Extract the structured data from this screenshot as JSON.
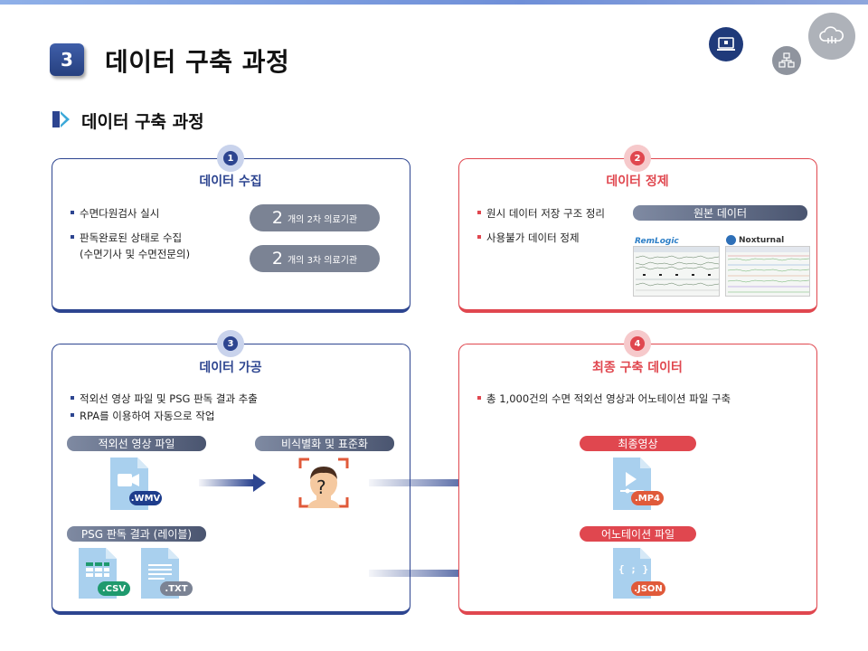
{
  "header": {
    "number": "3",
    "title": "데이터 구축 과정"
  },
  "section": {
    "title": "데이터 구축 과정"
  },
  "steps": {
    "s1": {
      "num": "1",
      "title": "데이터 수집",
      "bullets": [
        "수면다원검사 실시",
        "판독완료된 상태로 수집"
      ],
      "sub": "(수면기사 및 수면전문의)",
      "pills": [
        {
          "big": "2",
          "small": "개의 2차 의료기관"
        },
        {
          "big": "2",
          "small": "개의 3차 의료기관"
        }
      ]
    },
    "s2": {
      "num": "2",
      "title": "데이터 정제",
      "bullets": [
        "원시 데이터 저장 구조 정리",
        "사용불가 데이터 정제"
      ],
      "label": "원본 데이터",
      "logos": [
        "RemLogic",
        "Noxturnal"
      ]
    },
    "s3": {
      "num": "3",
      "title": "데이터 가공",
      "bullets": [
        "적외선 영상 파일 및 PSG 판독 결과 추출",
        "RPA를 이용하여 자동으로 작업"
      ],
      "labels": {
        "video": "적외선 영상 파일",
        "deid": "비식별화 및 표준화",
        "psg": "PSG 판독 결과 (레이블)"
      },
      "files": {
        "wmv": ".WMV",
        "csv": ".CSV",
        "txt": ".TXT"
      },
      "face_mark": "?"
    },
    "s4": {
      "num": "4",
      "title": "최종 구축 데이터",
      "bullets": [
        "총 1,000건의 수면 적외선 영상과 어노테이션 파일 구축"
      ],
      "labels": {
        "final_video": "최종영상",
        "annotation": "어노테이션 파일"
      },
      "files": {
        "mp4": ".MP4",
        "json": ".JSON"
      },
      "json_glyph": "{ ; }"
    }
  },
  "colors": {
    "navy": "#2d4590",
    "red": "#e0474f",
    "gray_pill": "#7b8394",
    "green_tag": "#1f9a6e",
    "file_blue": "#a9d0ee"
  },
  "icons": [
    "laptop-icon",
    "network-icon",
    "cloud-icon",
    "video-icon",
    "face-scan-icon",
    "spreadsheet-icon",
    "text-file-icon",
    "play-file-icon",
    "json-file-icon",
    "arrow-right-icon"
  ]
}
